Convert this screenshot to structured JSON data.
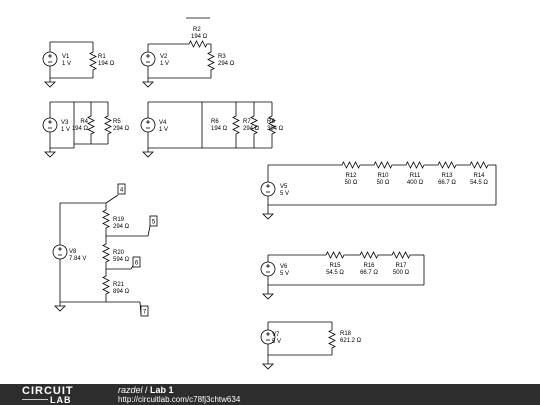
{
  "circuits": [
    {
      "id": "c1",
      "source": {
        "name": "V1",
        "value": "1 V"
      },
      "resistors": [
        {
          "name": "R1",
          "value": "194 Ω"
        }
      ]
    },
    {
      "id": "c2",
      "source": {
        "name": "V2",
        "value": "1 V"
      },
      "resistors": [
        {
          "name": "R2",
          "value": "194 Ω"
        },
        {
          "name": "R3",
          "value": "294 Ω"
        }
      ]
    },
    {
      "id": "c3",
      "source": {
        "name": "V3",
        "value": "1 V"
      },
      "resistors": [
        {
          "name": "R4",
          "value": "194 Ω"
        },
        {
          "name": "R5",
          "value": "294 Ω"
        }
      ]
    },
    {
      "id": "c4",
      "source": {
        "name": "V4",
        "value": "1 V"
      },
      "resistors": [
        {
          "name": "R6",
          "value": "194 Ω"
        },
        {
          "name": "R7",
          "value": "294 Ω"
        },
        {
          "name": "R8",
          "value": "394 Ω"
        }
      ]
    },
    {
      "id": "c5",
      "source": {
        "name": "V5",
        "value": "5 V"
      },
      "resistors": [
        {
          "name": "R12",
          "value": "50 Ω"
        },
        {
          "name": "R10",
          "value": "50 Ω"
        },
        {
          "name": "R11",
          "value": "400 Ω"
        },
        {
          "name": "R13",
          "value": "66.7 Ω"
        },
        {
          "name": "R14",
          "value": "54.5 Ω"
        }
      ]
    },
    {
      "id": "c6",
      "source": {
        "name": "V8",
        "value": "7.84 V"
      },
      "resistors": [
        {
          "name": "R19",
          "value": "294 Ω"
        },
        {
          "name": "R20",
          "value": "594 Ω"
        },
        {
          "name": "R21",
          "value": "894 Ω"
        }
      ],
      "nodes": [
        "4",
        "5",
        "6",
        "7"
      ]
    },
    {
      "id": "c7",
      "source": {
        "name": "V6",
        "value": "5 V"
      },
      "resistors": [
        {
          "name": "R15",
          "value": "54.5 Ω"
        },
        {
          "name": "R16",
          "value": "66.7 Ω"
        },
        {
          "name": "R17",
          "value": "500 Ω"
        }
      ]
    },
    {
      "id": "c8",
      "source": {
        "name": "V7",
        "value": "5 V"
      },
      "resistors": [
        {
          "name": "R18",
          "value": "621.2 Ω"
        }
      ]
    }
  ],
  "footer": {
    "logo_top": "CIRCUIT",
    "logo_bottom": "LAB",
    "user": "razdel",
    "separator": " / ",
    "title": "Lab 1",
    "url": "http://circuitlab.com/c78fj3chtw634"
  }
}
